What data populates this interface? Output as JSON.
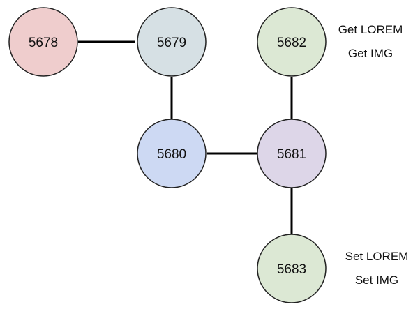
{
  "nodes": {
    "n5678": {
      "label": "5678",
      "fill": "#efcdcd"
    },
    "n5679": {
      "label": "5679",
      "fill": "#d6e0e4"
    },
    "n5680": {
      "label": "5680",
      "fill": "#cdd9f3"
    },
    "n5681": {
      "label": "5681",
      "fill": "#ddd6e8"
    },
    "n5682": {
      "label": "5682",
      "fill": "#dce8d4"
    },
    "n5683": {
      "label": "5683",
      "fill": "#dce8d4"
    }
  },
  "edges": [
    {
      "from": "5678",
      "to": "5679"
    },
    {
      "from": "5679",
      "to": "5680"
    },
    {
      "from": "5680",
      "to": "5681"
    },
    {
      "from": "5681",
      "to": "5682"
    },
    {
      "from": "5681",
      "to": "5683"
    }
  ],
  "annotations": {
    "n5682": [
      "Get LOREM",
      "Get IMG"
    ],
    "n5683": [
      "Set LOREM",
      "Set IMG"
    ]
  },
  "colors": {
    "stroke": "#222222",
    "edge": "#000000"
  }
}
